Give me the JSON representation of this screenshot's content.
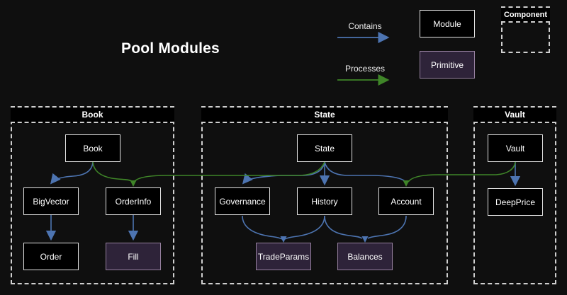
{
  "title": "Pool Modules",
  "legend": {
    "contains": {
      "label": "Contains",
      "color": "#4d74b1"
    },
    "processes": {
      "label": "Processes",
      "color": "#3f8528"
    },
    "module_label": "Module",
    "primitive_label": "Primitive",
    "component_label": "Component"
  },
  "colors": {
    "background": "#0f0f0f",
    "module_fill": "#000000",
    "module_border": "#e3e3e3",
    "primitive_fill": "#2e2339",
    "primitive_border": "#96809f",
    "container_border": "#cfcfcf",
    "contains_arrow": "#4d74b1",
    "processes_arrow": "#3f8528"
  },
  "containers": [
    {
      "title": "Book",
      "nodes": [
        {
          "label": "Book",
          "kind": "module"
        },
        {
          "label": "BigVector",
          "kind": "module"
        },
        {
          "label": "OrderInfo",
          "kind": "module"
        },
        {
          "label": "Order",
          "kind": "module"
        },
        {
          "label": "Fill",
          "kind": "primitive"
        }
      ]
    },
    {
      "title": "State",
      "nodes": [
        {
          "label": "State",
          "kind": "module"
        },
        {
          "label": "Governance",
          "kind": "module"
        },
        {
          "label": "History",
          "kind": "module"
        },
        {
          "label": "Account",
          "kind": "module"
        },
        {
          "label": "TradeParams",
          "kind": "primitive"
        },
        {
          "label": "Balances",
          "kind": "primitive"
        }
      ]
    },
    {
      "title": "Vault",
      "nodes": [
        {
          "label": "Vault",
          "kind": "module"
        },
        {
          "label": "DeepPrice",
          "kind": "module"
        }
      ]
    }
  ],
  "edges": [
    {
      "from": "Book",
      "to": "BigVector",
      "type": "contains"
    },
    {
      "from": "BigVector",
      "to": "Order",
      "type": "contains"
    },
    {
      "from": "OrderInfo",
      "to": "Fill",
      "type": "contains"
    },
    {
      "from": "Book",
      "to": "OrderInfo",
      "type": "processes"
    },
    {
      "from": "State",
      "to": "OrderInfo",
      "type": "processes"
    },
    {
      "from": "State",
      "to": "Governance",
      "type": "contains"
    },
    {
      "from": "State",
      "to": "History",
      "type": "contains"
    },
    {
      "from": "State",
      "to": "Account",
      "type": "contains"
    },
    {
      "from": "Governance",
      "to": "TradeParams",
      "type": "contains"
    },
    {
      "from": "History",
      "to": "TradeParams",
      "type": "contains"
    },
    {
      "from": "History",
      "to": "Balances",
      "type": "contains"
    },
    {
      "from": "Account",
      "to": "Balances",
      "type": "contains"
    },
    {
      "from": "Vault",
      "to": "DeepPrice",
      "type": "contains"
    },
    {
      "from": "Vault",
      "to": "Account",
      "type": "processes"
    }
  ]
}
